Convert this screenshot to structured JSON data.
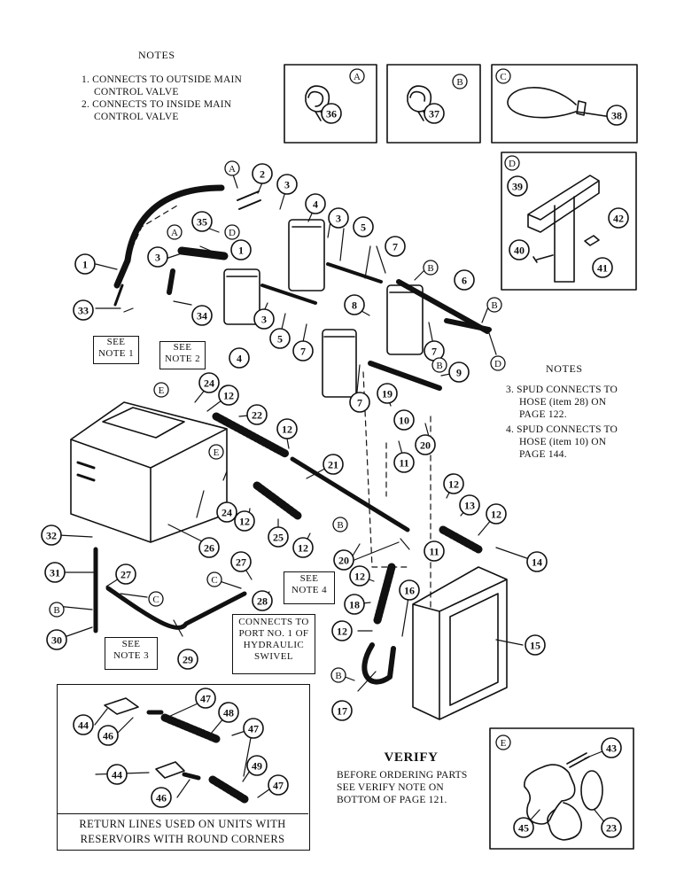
{
  "notes_left": {
    "title": "NOTES",
    "items": [
      "1. CONNECTS TO OUTSIDE MAIN",
      "CONTROL VALVE",
      "2. CONNECTS TO INSIDE MAIN",
      "CONTROL VALVE"
    ]
  },
  "notes_right": {
    "title": "NOTES",
    "items": [
      "3. SPUD CONNECTS TO",
      "HOSE (item 28) ON",
      "PAGE 122.",
      "4. SPUD CONNECTS TO",
      "HOSE (item 10) ON",
      "PAGE 144."
    ]
  },
  "labels": {
    "see_note_1": [
      "SEE",
      "NOTE 1"
    ],
    "see_note_2": [
      "SEE",
      "NOTE 2"
    ],
    "see_note_3": [
      "SEE",
      "NOTE 3"
    ],
    "see_note_4": [
      "SEE",
      "NOTE 4"
    ],
    "connects_port": [
      "CONNECTS TO",
      "PORT NO. 1 OF",
      "HYDRAULIC",
      "SWIVEL"
    ]
  },
  "verify": {
    "title": "VERIFY",
    "lines": [
      "BEFORE ORDERING PARTS",
      "SEE VERIFY NOTE ON",
      "BOTTOM OF PAGE 121."
    ]
  },
  "return_lines": [
    "RETURN LINES USED ON UNITS WITH",
    "RESERVOIRS WITH ROUND CORNERS"
  ],
  "detail_letters": [
    "A",
    "B",
    "C",
    "D",
    "E"
  ],
  "callouts": [
    "1",
    "2",
    "3",
    "4",
    "5",
    "6",
    "7",
    "8",
    "9",
    "10",
    "11",
    "12",
    "13",
    "14",
    "15",
    "16",
    "17",
    "18",
    "19",
    "20",
    "21",
    "22",
    "23",
    "24",
    "25",
    "26",
    "27",
    "28",
    "29",
    "30",
    "31",
    "32",
    "33",
    "34",
    "35",
    "36",
    "37",
    "38",
    "39",
    "40",
    "41",
    "42",
    "43",
    "44",
    "45",
    "46",
    "47",
    "48",
    "49"
  ]
}
